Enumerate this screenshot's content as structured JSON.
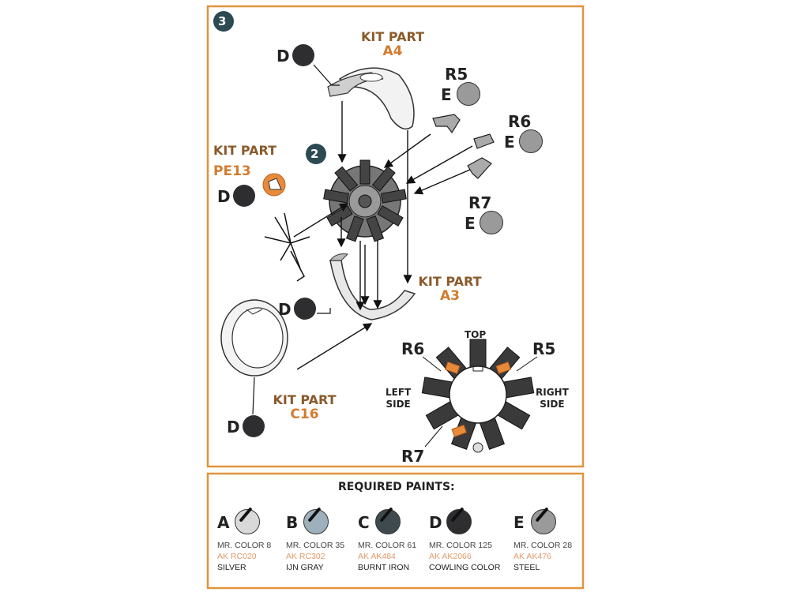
{
  "step": {
    "number": "3",
    "sub_step": "2"
  },
  "kit_parts": {
    "a4": {
      "label": "KIT PART",
      "code": "A4"
    },
    "pe13": {
      "label": "KIT PART",
      "code": "PE13"
    },
    "a3": {
      "label": "KIT PART",
      "code": "A3"
    },
    "c16": {
      "label": "KIT PART",
      "code": "C16"
    }
  },
  "callouts": {
    "d_a4": "D",
    "r5_ref": "R5",
    "e_r5": "E",
    "r6_ref": "R6",
    "e_r6": "E",
    "d_pe13": "D",
    "r7_ref": "R7",
    "e_r7": "E",
    "d_a3": "D",
    "d_c16": "D"
  },
  "engine_view": {
    "top": "TOP",
    "left_side": "LEFT\nSIDE",
    "right_side": "RIGHT\nSIDE",
    "r5": "R5",
    "r6": "R6",
    "r7": "R7"
  },
  "paints": {
    "title": "REQUIRED  PAINTS:",
    "items": [
      {
        "letter": "A",
        "mr": "MR. COLOR 8",
        "ak": "AK RC020",
        "name": "SILVER",
        "color": "#d9d9d9"
      },
      {
        "letter": "B",
        "mr": "MR. COLOR 35",
        "ak": "AK RC302",
        "name": "IJN GRAY",
        "color": "#9fb0bd"
      },
      {
        "letter": "C",
        "mr": "MR. COLOR 61",
        "ak": "AK AK484",
        "name": "BURNT IRON",
        "color": "#3f4a4f"
      },
      {
        "letter": "D",
        "mr": "MR. COLOR 125",
        "ak": "AK AK2066",
        "name": "COWLING COLOR",
        "color": "#2e2e30"
      },
      {
        "letter": "E",
        "mr": "MR. COLOR 28",
        "ak": "AK AK476",
        "name": "STEEL",
        "color": "#9a9a9a"
      }
    ]
  },
  "colors": {
    "frame": "#e0943e",
    "kit_label": "#8a5a2b",
    "kit_code": "#d27c2f",
    "badge": "#2c4a52",
    "accent_part": "#e98a3a"
  }
}
